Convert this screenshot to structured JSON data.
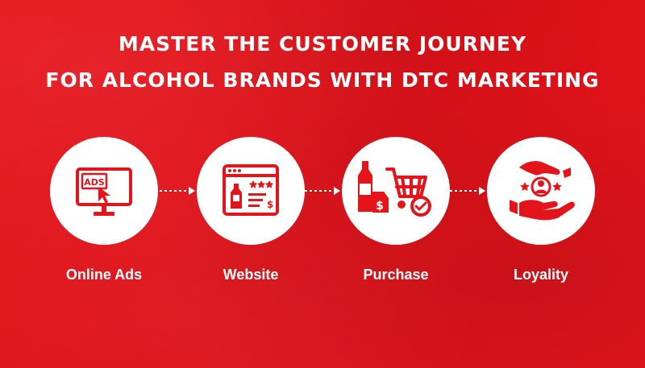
{
  "title": {
    "line1": "MASTER THE CUSTOMER JOURNEY",
    "line2": "FOR ALCOHOL BRANDS WITH DTC MARKETING"
  },
  "steps": [
    {
      "label": "Online Ads",
      "icon": "ads-monitor-icon",
      "icon_text": "ADS"
    },
    {
      "label": "Website",
      "icon": "web-page-icon"
    },
    {
      "label": "Purchase",
      "icon": "bottle-cart-icon"
    },
    {
      "label": "Loyality",
      "icon": "hands-customer-icon"
    }
  ],
  "colors": {
    "background": "#e4141b",
    "icon": "#e4141b",
    "circle": "#ffffff",
    "text": "#ffffff"
  }
}
